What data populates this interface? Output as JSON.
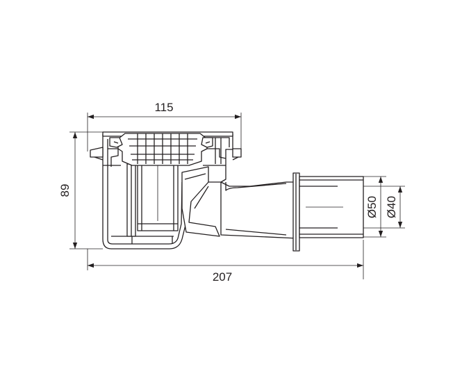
{
  "drawing": {
    "dimensions": {
      "top_width": "115",
      "height": "89",
      "total_length": "207",
      "outer_diameter": "Ø50",
      "inner_diameter": "Ø40"
    },
    "line_color": "#231f20",
    "background": "#ffffff"
  }
}
